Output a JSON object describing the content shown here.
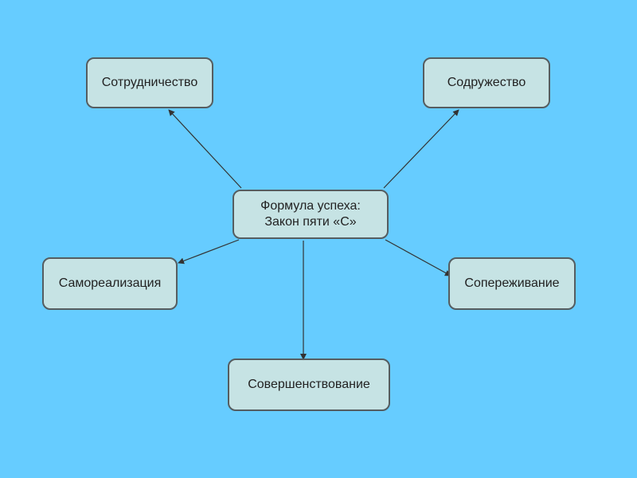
{
  "diagram": {
    "center": {
      "line1": "Формула успеха:",
      "line2": "Закон пяти «С»"
    },
    "nodes": {
      "top_left": "Сотрудничество",
      "top_right": "Содружество",
      "middle_left": "Самореализация",
      "middle_right": "Сопереживание",
      "bottom": "Совершенствование"
    }
  },
  "colors": {
    "background": "#66ccff",
    "node_fill": "#c6e3e4",
    "node_border": "#555d60",
    "arrow": "#333333"
  }
}
